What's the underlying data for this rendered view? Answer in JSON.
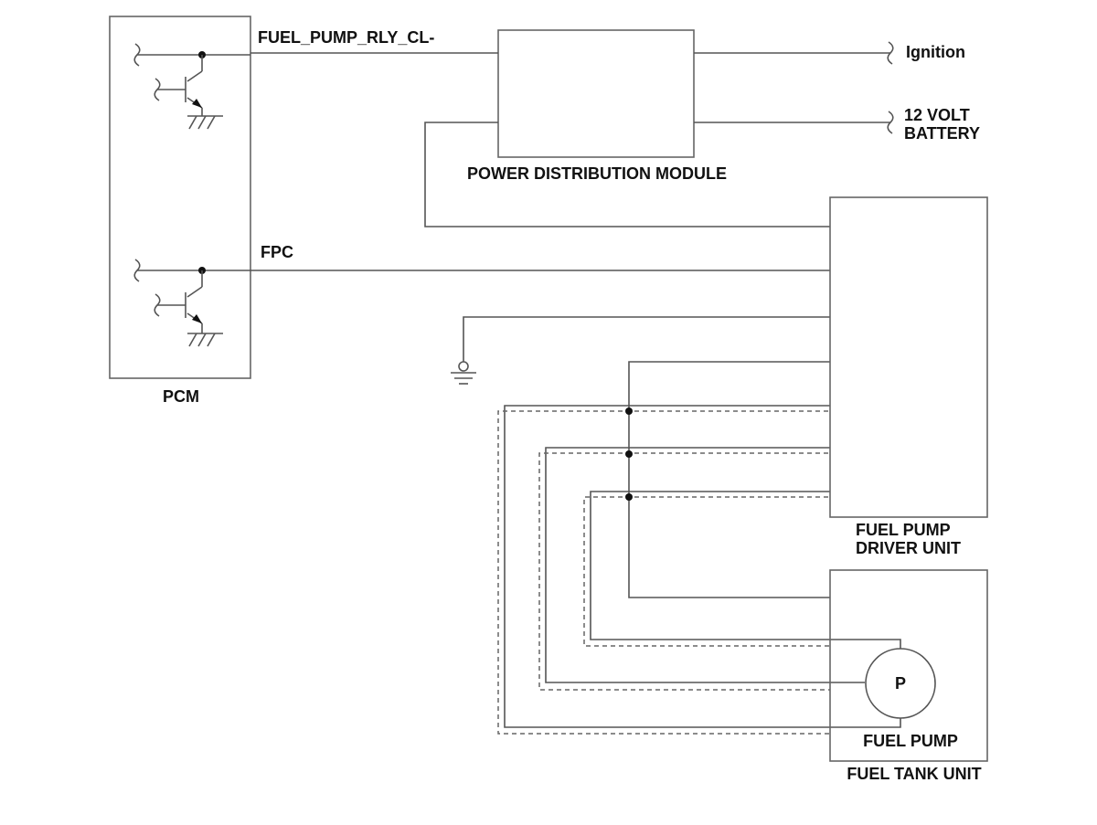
{
  "components": {
    "pcm": "PCM",
    "pdm": "POWER DISTRIBUTION MODULE",
    "driver_line1": "FUEL PUMP",
    "driver_line2": "DRIVER UNIT",
    "pump_symbol": "P",
    "pump": "FUEL PUMP",
    "tank": "FUEL TANK UNIT"
  },
  "signals": {
    "relay": "FUEL_PUMP_RLY_CL-",
    "fpc": "FPC",
    "ignition": "Ignition",
    "battery_line1": "12 VOLT",
    "battery_line2": "BATTERY"
  }
}
